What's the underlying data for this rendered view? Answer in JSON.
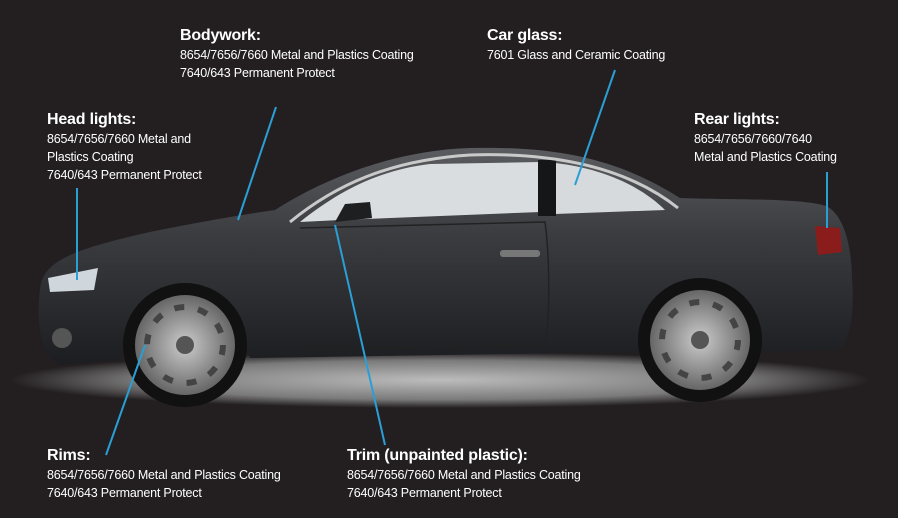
{
  "colors": {
    "background": "#231f20",
    "callout_line": "#2a9fd6",
    "car_body": "#3a3b3e"
  },
  "callouts": {
    "bodywork": {
      "title": "Bodywork:",
      "lines": [
        "8654/7656/7660 Metal and Plastics Coating",
        "7640/643 Permanent Protect"
      ]
    },
    "car_glass": {
      "title": "Car glass:",
      "lines": [
        "7601 Glass and Ceramic Coating"
      ]
    },
    "head_lights": {
      "title": "Head lights:",
      "lines": [
        "8654/7656/7660 Metal and",
        "Plastics Coating",
        "7640/643 Permanent Protect"
      ]
    },
    "rear_lights": {
      "title": "Rear lights:",
      "lines": [
        "8654/7656/7660/7640",
        "Metal and Plastics Coating"
      ]
    },
    "rims": {
      "title": "Rims:",
      "lines": [
        "8654/7656/7660 Metal and Plastics Coating",
        "7640/643 Permanent Protect"
      ]
    },
    "trim": {
      "title": "Trim (unpainted plastic):",
      "lines": [
        "8654/7656/7660 Metal and Plastics Coating",
        "7640/643 Permanent Protect"
      ]
    }
  }
}
